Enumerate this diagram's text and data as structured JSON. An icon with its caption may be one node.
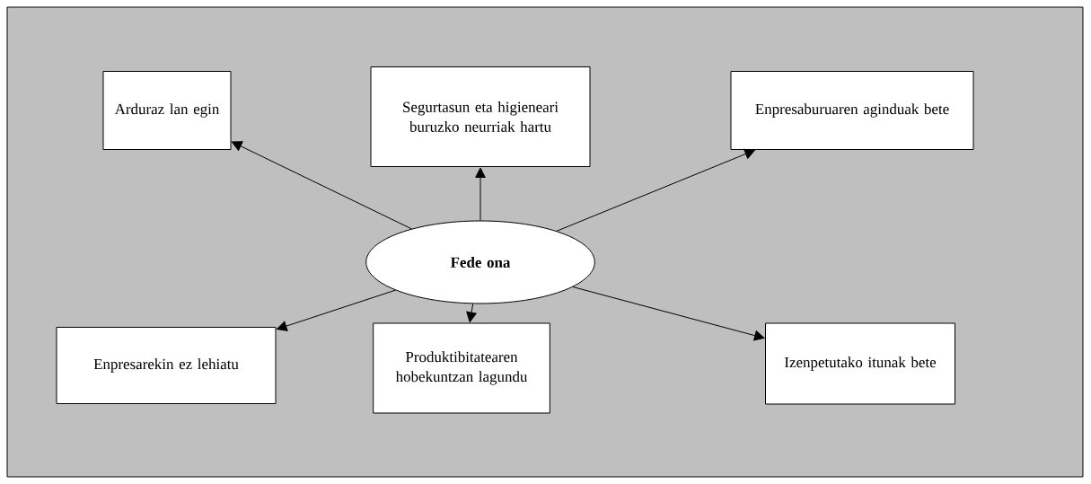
{
  "diagram": {
    "nodes": [
      {
        "text": [
          "Fede ona"
        ]
      },
      {
        "text": [
          "Arduraz lan egin"
        ]
      },
      {
        "text": [
          "Segurtasun eta higieneari buruzko neurriak hartu"
        ]
      },
      {
        "text": [
          "Enpresaburuaren aginduak bete"
        ]
      },
      {
        "text": [
          "Enpresarekin ez lehiatu"
        ]
      },
      {
        "text": [
          "Produktibitatearen hobekuntzan lagundu"
        ]
      },
      {
        "text": [
          "Izenpetutako itunak bete"
        ]
      }
    ],
    "edges": [
      {
        "from": 0,
        "to": 1,
        "arrow": "to"
      },
      {
        "from": 0,
        "to": 2,
        "arrow": "to"
      },
      {
        "from": 0,
        "to": 3,
        "arrow": "to"
      },
      {
        "from": 0,
        "to": 4,
        "arrow": "to"
      },
      {
        "from": 0,
        "to": 5,
        "arrow": "to"
      },
      {
        "from": 0,
        "to": 6,
        "arrow": "to"
      }
    ]
  }
}
